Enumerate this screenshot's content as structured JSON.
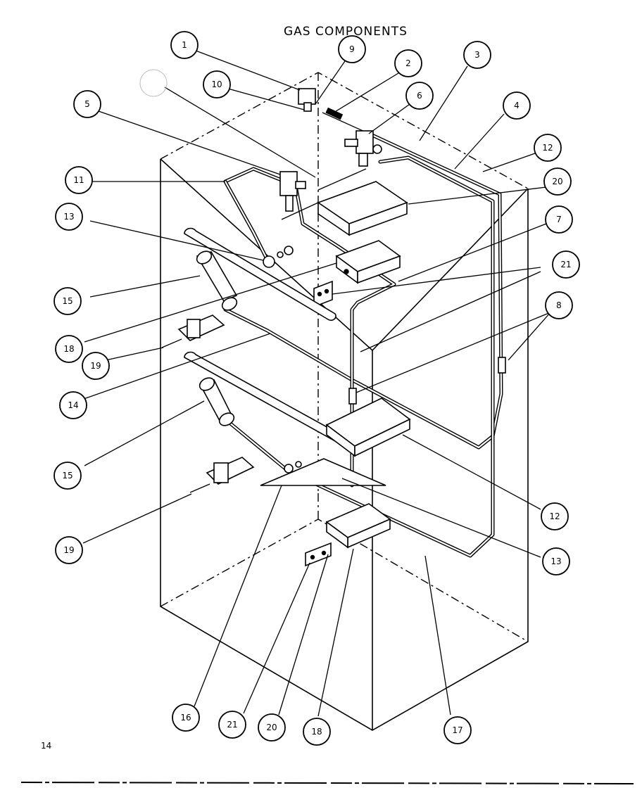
{
  "title": "GAS COMPONENTS",
  "page_number": "14",
  "callouts": [
    {
      "id": "c1",
      "label": "1"
    },
    {
      "id": "c9",
      "label": "9"
    },
    {
      "id": "c2",
      "label": "2"
    },
    {
      "id": "c3",
      "label": "3"
    },
    {
      "id": "c10",
      "label": "10"
    },
    {
      "id": "c6",
      "label": "6"
    },
    {
      "id": "c5",
      "label": "5"
    },
    {
      "id": "c4",
      "label": "4"
    },
    {
      "id": "c12a",
      "label": "12"
    },
    {
      "id": "c11",
      "label": "11"
    },
    {
      "id": "c20a",
      "label": "20"
    },
    {
      "id": "c13a",
      "label": "13"
    },
    {
      "id": "c7",
      "label": "7"
    },
    {
      "id": "c21a",
      "label": "21"
    },
    {
      "id": "c15a",
      "label": "15"
    },
    {
      "id": "c8",
      "label": "8"
    },
    {
      "id": "c18a",
      "label": "18"
    },
    {
      "id": "c19a",
      "label": "19"
    },
    {
      "id": "c14",
      "label": "14"
    },
    {
      "id": "c15b",
      "label": "15"
    },
    {
      "id": "c12b",
      "label": "12"
    },
    {
      "id": "c19b",
      "label": "19"
    },
    {
      "id": "c13b",
      "label": "13"
    },
    {
      "id": "c16",
      "label": "16"
    },
    {
      "id": "c21b",
      "label": "21"
    },
    {
      "id": "c20b",
      "label": "20"
    },
    {
      "id": "c18b",
      "label": "18"
    },
    {
      "id": "c17",
      "label": "17"
    }
  ]
}
